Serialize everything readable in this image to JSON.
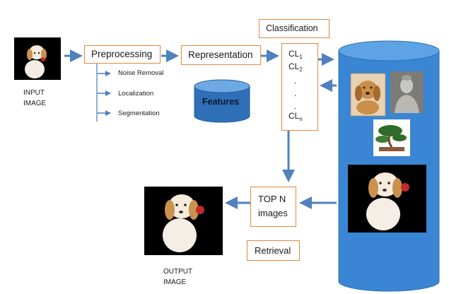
{
  "input": {
    "caption_line1": "INPUT",
    "caption_line2": "IMAGE"
  },
  "output": {
    "caption_line1": "OUTPUT",
    "caption_line2": "IMAGE"
  },
  "boxes": {
    "preprocessing": "Preprocessing",
    "representation": "Representation",
    "classification": "Classification",
    "topn_line1": "TOP N",
    "topn_line2": "images",
    "retrieval": "Retrieval"
  },
  "preprocessing_steps": [
    "Noise Removal",
    "Localization",
    "Segmentation"
  ],
  "features": "Features",
  "classes": {
    "prefix": "CL",
    "first_sub": "1",
    "second_sub": "2",
    "dots": [
      ".",
      ".",
      "."
    ],
    "last_sub": "n"
  },
  "database_images": [
    "dog-photo",
    "buddha-statue-photo",
    "bonsai-tree-photo",
    "dog-with-rose-photo"
  ],
  "colors": {
    "arrow": "#4f81bd",
    "box_border": "#e8863a",
    "database": "#3a86d4",
    "features": "#2f6fb8"
  }
}
